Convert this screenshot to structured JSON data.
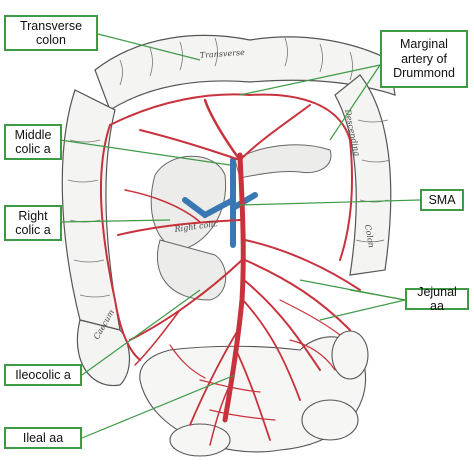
{
  "labels": {
    "transverse_colon": "Transverse\ncolon",
    "marginal_artery": "Marginal\nartery of\nDrummond",
    "middle_colic": "Middle\ncolic a",
    "sma": "SMA",
    "right_colic": "Right\ncolic a",
    "jejunal": "Jejunal aa",
    "ileocolic": "Ileocolic a",
    "ileal": "Ileal aa"
  },
  "engraved_text": {
    "transverse": "Transverse",
    "descending": "Descending",
    "colon_right": "Colon",
    "right_colic": "Right colic",
    "caecum": "Caecum"
  },
  "colors": {
    "label_border": "#3f9a46",
    "leader_line": "#3f9a46",
    "artery": "#c8323c",
    "vein": "#3a78b4",
    "gut_outline": "#555555"
  }
}
